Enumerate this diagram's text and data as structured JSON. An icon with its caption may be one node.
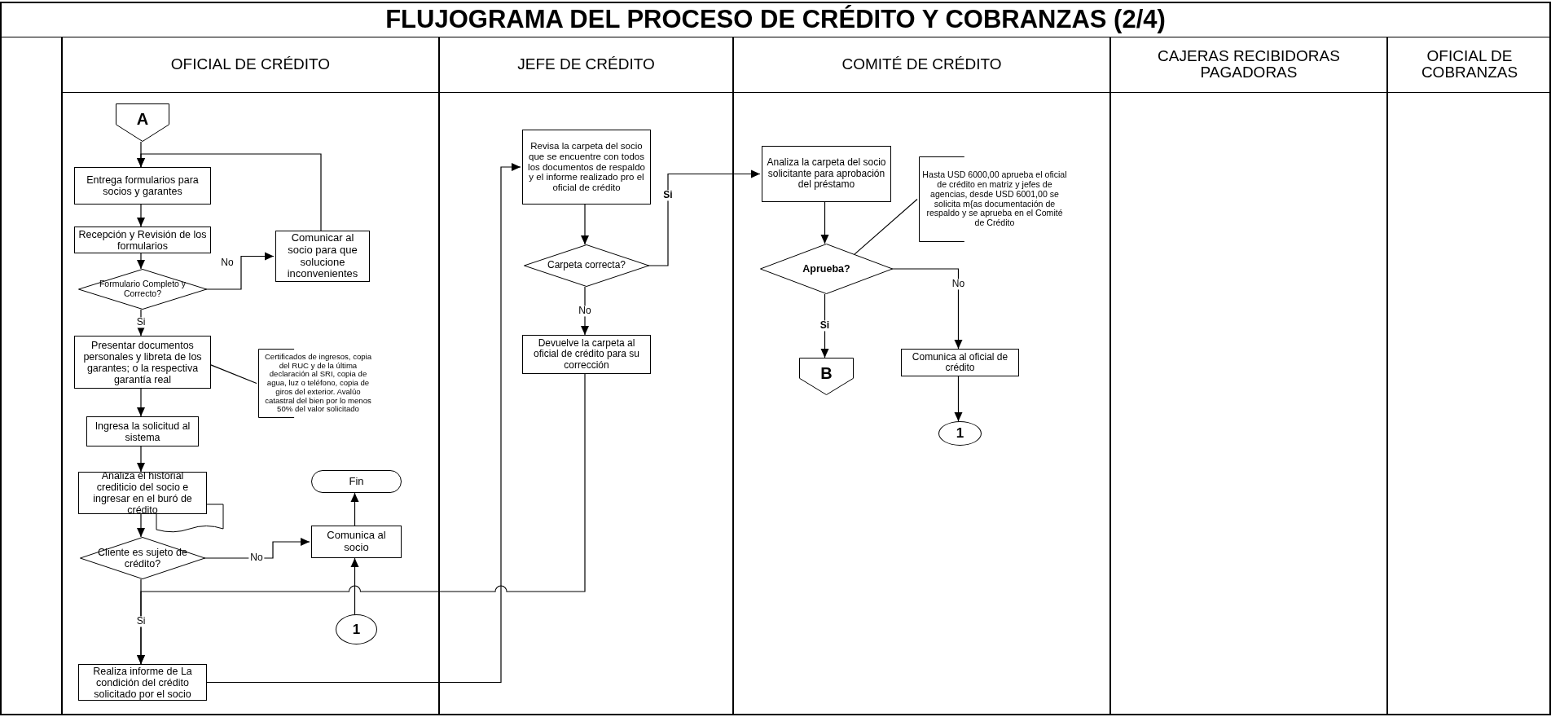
{
  "diagram": {
    "title": "FLUJOGRAMA DEL PROCESO DE CRÉDITO Y COBRANZAS (2/4)",
    "nodes": [
      {
        "text": [
          "OFICIAL DE CRÉDITO"
        ]
      },
      {
        "text": [
          "JEFE DE CRÉDITO"
        ]
      },
      {
        "text": [
          "COMITÉ DE CRÉDITO"
        ]
      },
      {
        "text": [
          "CAJERAS RECIBIDORAS PAGADORAS"
        ]
      },
      {
        "text": [
          "OFICIAL DE COBRANZAS"
        ]
      },
      {
        "text": [
          "A"
        ],
        "in": 0
      },
      {
        "text": [
          "Entrega formularios para socios y garantes"
        ],
        "in": 0
      },
      {
        "text": [
          "Recepción y Revisión de los formularios"
        ],
        "in": 0
      },
      {
        "text": [
          "Formulario Completo y Correcto?"
        ],
        "in": 0
      },
      {
        "text": [
          "Comunicar al socio para que solucione inconvenientes"
        ],
        "in": 0
      },
      {
        "text": [
          "Presentar documentos personales y libreta de los garantes; o la respectiva garantía real"
        ],
        "in": 0
      },
      {
        "text": [
          "Certificados de ingresos, copia del RUC y de la última declaración al SRI, copia de agua, luz o teléfono, copia de giros del exterior. Avalúo catastral del bien por lo menos 50% del valor solicitado"
        ],
        "in": 0
      },
      {
        "text": [
          "Ingresa la solicitud al sistema"
        ],
        "in": 0
      },
      {
        "text": [
          "Analiza el historial crediticio del socio e ingresar en el buró de crédito"
        ],
        "in": 0
      },
      {
        "text": [
          "Cliente es sujeto de crédito?"
        ],
        "in": 0
      },
      {
        "text": [
          "Comunica al socio"
        ],
        "in": 0
      },
      {
        "text": [
          "Fin"
        ],
        "in": 0
      },
      {
        "text": [
          "1"
        ],
        "in": 0
      },
      {
        "text": [
          "Realiza informe de La condición del crédito solicitado por el socio"
        ],
        "in": 0
      },
      {
        "text": [
          "Revisa la carpeta del socio que se encuentre con todos los documentos de respaldo y el informe realizado pro el oficial de crédito"
        ],
        "in": 1
      },
      {
        "text": [
          "Carpeta correcta?"
        ],
        "in": 1
      },
      {
        "text": [
          "Devuelve la carpeta al oficial de crédito para su corrección"
        ],
        "in": 1
      },
      {
        "text": [
          "Analiza la carpeta del socio solicitante para aprobación del préstamo"
        ],
        "in": 2
      },
      {
        "text": [
          "Hasta USD 6000,00 aprueba el oficial de crédito en matriz y jefes de agencias, desde USD 6001,00 se solicita m{as documentación de respaldo y se aprueba en el Comité de Crédito"
        ],
        "in": 2
      },
      {
        "text": [
          "Aprueba?"
        ],
        "in": 2
      },
      {
        "text": [
          "B"
        ],
        "in": 2
      },
      {
        "text": [
          "Comunica al oficial de crédito"
        ],
        "in": 2
      },
      {
        "text": [
          "1"
        ],
        "in": 2
      }
    ],
    "edges": [
      {
        "from": 5,
        "to": 6,
        "arrow": "to"
      },
      {
        "from": 6,
        "to": 7,
        "arrow": "to"
      },
      {
        "from": 7,
        "to": 8,
        "arrow": "to"
      },
      {
        "from": 8,
        "to": 9,
        "label": "No",
        "arrow": "to"
      },
      {
        "from": 9,
        "to": 6,
        "arrow": "to"
      },
      {
        "from": 8,
        "to": 10,
        "label": "Si",
        "arrow": "to"
      },
      {
        "from": 10,
        "to": 11,
        "arrow": "none"
      },
      {
        "from": 10,
        "to": 12,
        "arrow": "to"
      },
      {
        "from": 12,
        "to": 13,
        "arrow": "to"
      },
      {
        "from": 13,
        "to": 14,
        "arrow": "to"
      },
      {
        "from": 14,
        "to": 15,
        "label": "No",
        "arrow": "to"
      },
      {
        "from": 15,
        "to": 16,
        "arrow": "to"
      },
      {
        "from": 17,
        "to": 15,
        "arrow": "to"
      },
      {
        "from": 14,
        "to": 18,
        "label": "Si",
        "arrow": "to"
      },
      {
        "from": 21,
        "to": 18,
        "arrow": "to"
      },
      {
        "from": 18,
        "to": 19,
        "arrow": "to"
      },
      {
        "from": 19,
        "to": 20,
        "arrow": "to"
      },
      {
        "from": 20,
        "to": 22,
        "label": "Si",
        "arrow": "to"
      },
      {
        "from": 20,
        "to": 21,
        "label": "No",
        "arrow": "to"
      },
      {
        "from": 22,
        "to": 24,
        "arrow": "to"
      },
      {
        "from": 24,
        "to": 23,
        "arrow": "none"
      },
      {
        "from": 24,
        "to": 25,
        "label": "Si",
        "arrow": "to"
      },
      {
        "from": 24,
        "to": 26,
        "label": "No",
        "arrow": "to"
      },
      {
        "from": 26,
        "to": 27,
        "arrow": "to"
      }
    ]
  }
}
